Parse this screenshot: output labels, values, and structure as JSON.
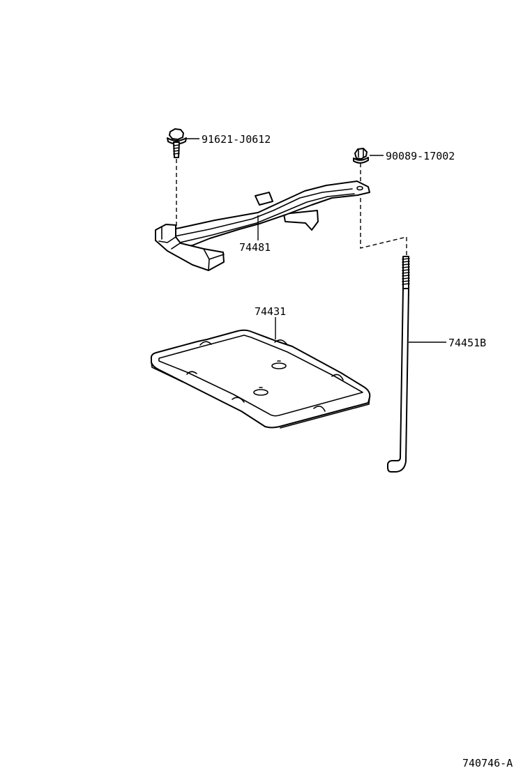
{
  "diagram": {
    "parts": [
      {
        "id": "bolt",
        "label": "91621-J0612"
      },
      {
        "id": "nut",
        "label": "90089-17002"
      },
      {
        "id": "clamp",
        "label": "74481"
      },
      {
        "id": "tray",
        "label": "74431"
      },
      {
        "id": "rod",
        "label": "74451B"
      }
    ],
    "figure_number": "740746-A"
  }
}
